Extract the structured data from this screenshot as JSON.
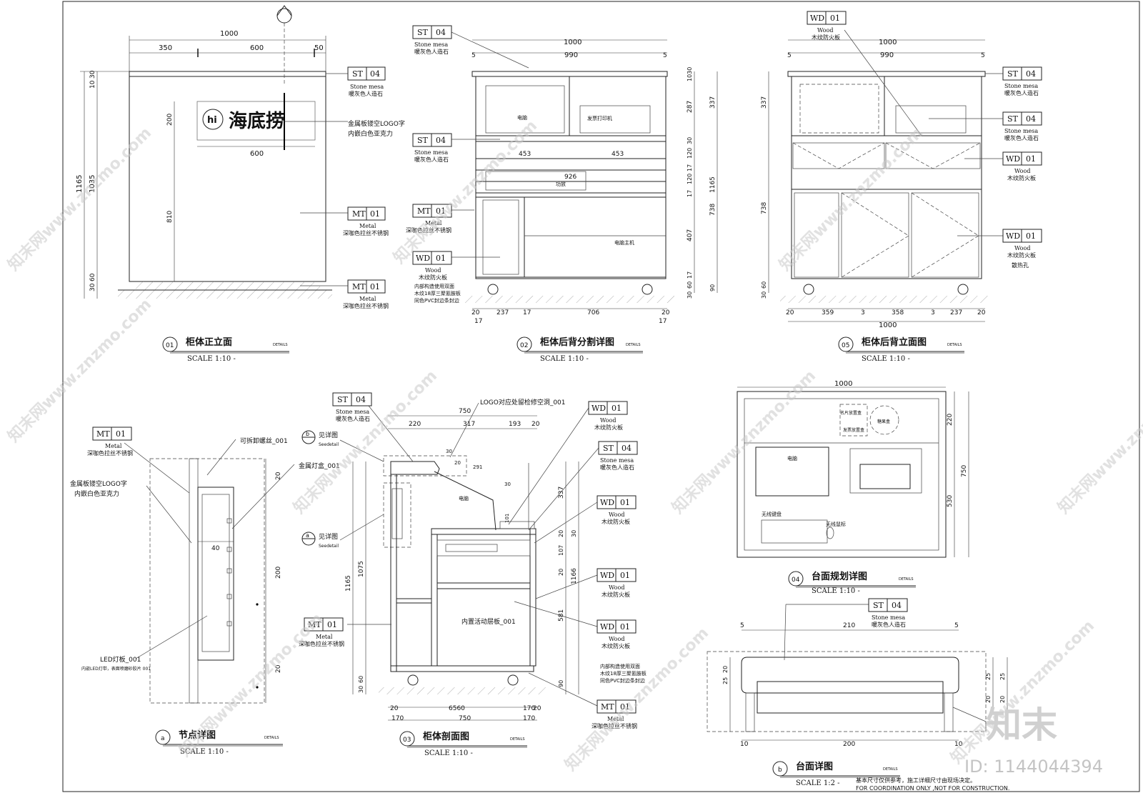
{
  "views": {
    "v01": {
      "num": "01",
      "title": "柜体正立面",
      "scale": "SCALE  1:10  -",
      "details": "DETAILS"
    },
    "v02": {
      "num": "02",
      "title": "柜体后背分割详图",
      "scale": "SCALE  1:10  -",
      "details": "DETAILS"
    },
    "v05": {
      "num": "05",
      "title": "柜体后背立面图",
      "scale": "SCALE  1:10  -",
      "details": "DETAILS"
    },
    "va": {
      "num": "a",
      "title": "节点详图",
      "scale": "SCALE  1:10  -",
      "details": "DETAILS"
    },
    "v03": {
      "num": "03",
      "title": "柜体剖面图",
      "scale": "SCALE  1:10  -",
      "details": "DETAILS"
    },
    "v04": {
      "num": "04",
      "title": "台面规划详图",
      "scale": "SCALE  1:10  -",
      "details": "DETAILS"
    },
    "vb": {
      "num": "b",
      "title": "台面详图",
      "scale": "SCALE  1:2  -",
      "details": "DETAILS"
    }
  },
  "tags": {
    "st": {
      "code": "ST",
      "num": "04",
      "en": "Stone mesa",
      "cn": "暖灰色人造石"
    },
    "mt": {
      "code": "MT",
      "num": "01",
      "en": "Metal",
      "cn": "深咖色拉丝不锈钢"
    },
    "wd": {
      "code": "WD",
      "num": "01",
      "en": "Wood",
      "cn": "木纹防火板"
    }
  },
  "notes": {
    "logo": [
      "金属板镂空LOGO字",
      "内嵌白色亚克力"
    ],
    "heat": "散热孔",
    "inner": [
      "内部构造使用双面",
      "木纹18厚三聚氰胺板",
      "同色PVC封边条封边"
    ],
    "screw": "可拆卸螺丝_001",
    "lightbox": "金属灯盒_001",
    "led": "LED灯板_001",
    "led_sub": "内嵌LED灯带，表面喷磨砂胶片 001",
    "see_detail": "见详图",
    "seedetail_en": "Seedetail",
    "logo_hole": "LOGO对应处留检修空洞_001",
    "shelf": "内置活动层板_001",
    "computer": "电脑",
    "printer": "发票打印机",
    "host": "电脑主机",
    "power": "功放",
    "keyboard": "无线键盘",
    "mouse": "无线鼠标",
    "card": "名片放置盒",
    "bill": "发票放置盒",
    "sugar": "糖果盒",
    "brand": "海底捞",
    "coordination": [
      "基本尺寸仅供参考，施工详细尺寸由现场决定。",
      "FOR COORDINATION ONLY ,NOT FOR CONSTRUCTION."
    ]
  },
  "dims": {
    "d1000": "1000",
    "d350": "350",
    "d600": "600",
    "d50": "50",
    "d1165": "1165",
    "d1035": "1035",
    "d810": "810",
    "d200": "200",
    "d30": "30",
    "d10": "10",
    "d60": "60",
    "d990": "990",
    "d5": "5",
    "d453": "453",
    "d926": "926",
    "d237": "237",
    "d706": "706",
    "d20": "20",
    "d17": "17",
    "d287": "287",
    "d337": "337",
    "d120": "120",
    "d407": "407",
    "d738": "738",
    "d90": "90",
    "d1030": "1030",
    "d359": "359",
    "d358": "358",
    "d3": "3",
    "d40": "40",
    "d750": "750",
    "d220": "220",
    "d317": "317",
    "d193": "193",
    "d1075": "1075",
    "d581": "581",
    "d107": "107",
    "d1166": "1166",
    "d6560": "6560",
    "d170": "170",
    "d101": "101",
    "d291": "291",
    "d25": "25",
    "d530": "530",
    "d210": "210"
  },
  "watermark": {
    "text": "知末网www.znzmo.com",
    "logo": "知末",
    "id": "ID: 1144044394"
  }
}
